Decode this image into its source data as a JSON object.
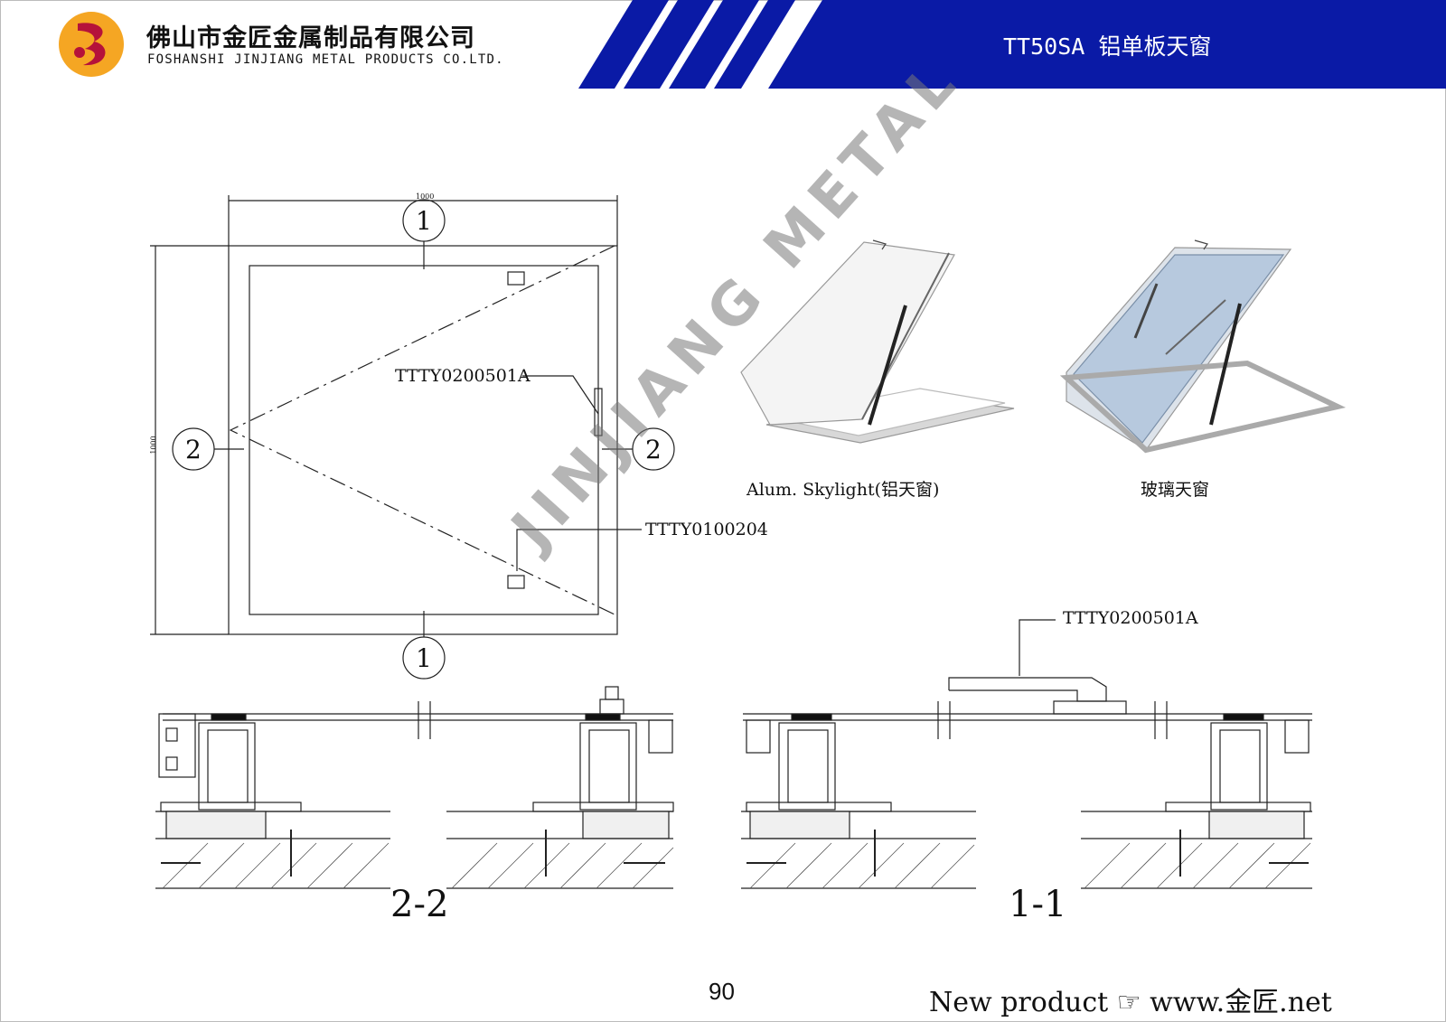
{
  "header": {
    "company_cn": "佛山市金匠金属制品有限公司",
    "company_en": "FOSHANSHI JINJIANG METAL PRODUCTS CO.LTD.",
    "title": "TT50SA 铝单板天窗",
    "brand_color": "#0a1aa6",
    "logo_colors": [
      "#f5a623",
      "#b5123a"
    ]
  },
  "plan": {
    "dim_top": "1000",
    "dim_left": "1000",
    "markers": [
      "1",
      "1",
      "2",
      "2"
    ],
    "part_handle": "TTTY0200501A",
    "part_bracket": "TTTY0100204"
  },
  "illustrations": {
    "alum_caption": "Alum. Skylight(铝天窗)",
    "glass_caption": "玻璃天窗"
  },
  "sections": {
    "left_label": "2-2",
    "right_label": "1-1",
    "right_part": "TTTY0200501A"
  },
  "watermark": "JINJIANG METAL",
  "footer": {
    "page_number": "90",
    "text": "New product ☞ www.金匠.net"
  }
}
